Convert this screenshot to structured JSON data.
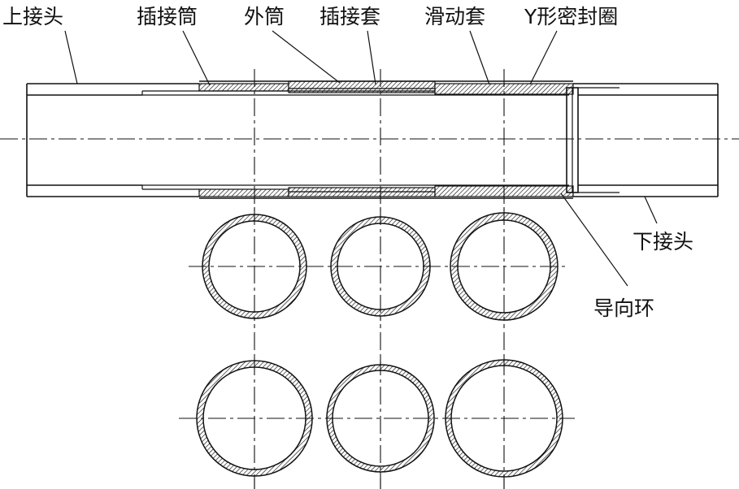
{
  "labels": {
    "upper_joint": "上接头",
    "insert_tube": "插接筒",
    "outer_tube": "外筒",
    "insert_sleeve": "插接套",
    "sliding_sleeve": "滑动套",
    "y_seal": "Y形密封圈",
    "lower_joint": "下接头",
    "guide_ring": "导向环"
  },
  "colors": {
    "line": "#111111",
    "background": "#ffffff"
  }
}
